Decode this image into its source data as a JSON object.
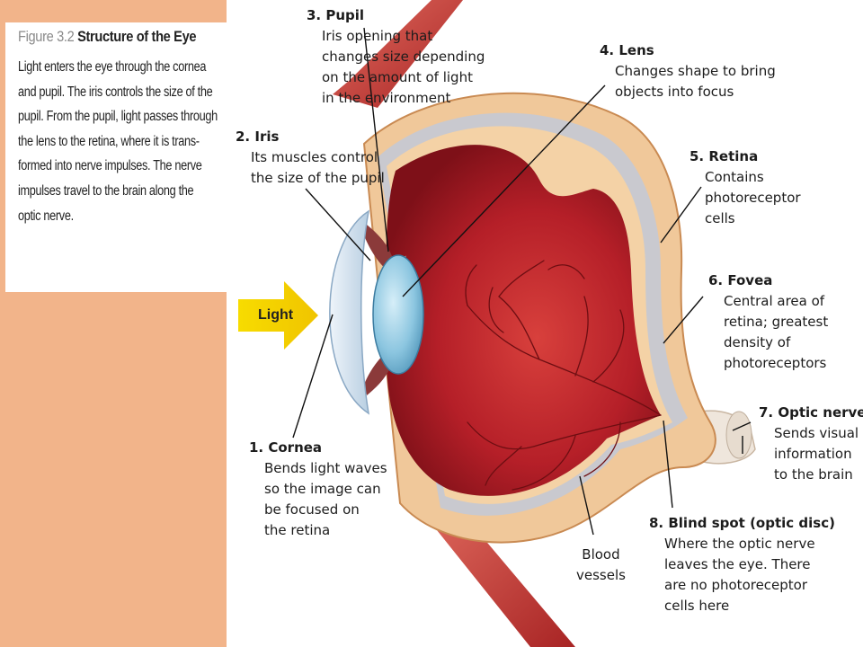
{
  "figure": {
    "number": "Figure 3.2",
    "title": "Structure of the Eye",
    "caption_lines": [
      "Light enters the eye through the cornea",
      "and pupil. The iris controls the size of the",
      "pupil. From the pupil, light passes through",
      "the lens to the retina, where it is trans-",
      "formed into nerve impulses. The nerve",
      "impulses travel to the brain along the",
      "optic nerve."
    ]
  },
  "arrow": {
    "label": "Light",
    "color": "#f5d000"
  },
  "labels": {
    "cornea": {
      "title": "1. Cornea",
      "desc": [
        "Bends light waves",
        "so the image can",
        "be focused on",
        "the retina"
      ]
    },
    "iris": {
      "title": "2. Iris",
      "desc": [
        "Its muscles control",
        "the size of the pupil"
      ]
    },
    "pupil": {
      "title": "3. Pupil",
      "desc": [
        "Iris opening that",
        "changes size depending",
        "on the amount of light",
        "in the environment"
      ]
    },
    "lens": {
      "title": "4. Lens",
      "desc": [
        "Changes shape to bring",
        "objects into focus"
      ]
    },
    "retina": {
      "title": "5. Retina",
      "desc": [
        "Contains",
        "photoreceptor",
        "cells"
      ]
    },
    "fovea": {
      "title": "6. Fovea",
      "desc": [
        "Central area of",
        "retina; greatest",
        "density of",
        "photoreceptors"
      ]
    },
    "optic_nerve": {
      "title": "7. Optic nerve",
      "desc": [
        "Sends visual",
        "information",
        "to the brain"
      ]
    },
    "blind_spot": {
      "title": "8. Blind spot (optic disc)",
      "desc": [
        "Where the optic nerve",
        "leaves the eye. There",
        "are no photoreceptor",
        "cells here"
      ]
    },
    "blood_vessels": {
      "lines": [
        "Blood",
        "vessels"
      ]
    }
  },
  "colors": {
    "background_band": "#f2b48a",
    "eye_interior": "#b8202a",
    "sclera_tan": "#f0c89a",
    "lens_blue": "#8cc6e0",
    "muscle_red": "#c83a3a"
  }
}
